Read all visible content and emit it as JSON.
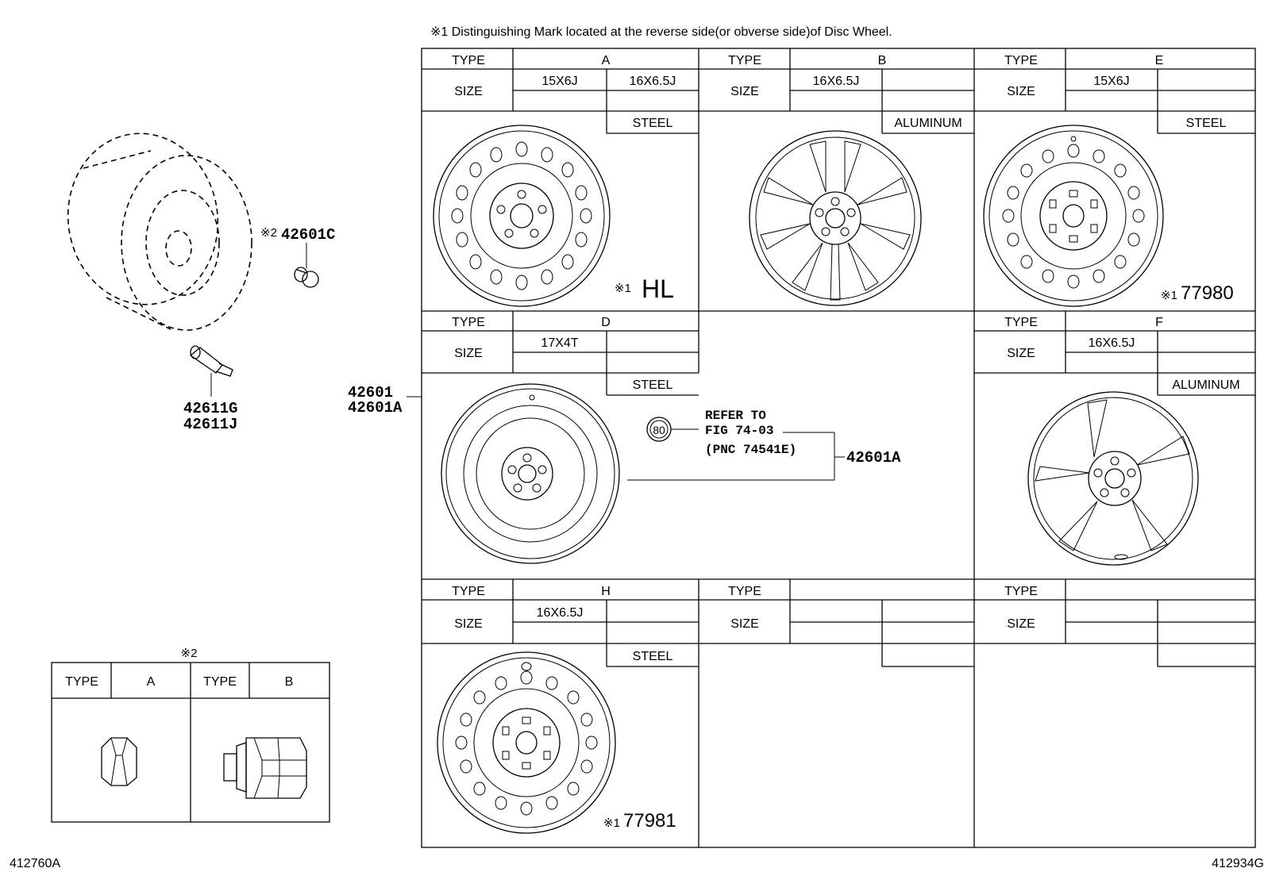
{
  "header_note": "※1 Distinguishing Mark located at the reverse side(or obverse side)of Disc Wheel.",
  "ref_left": "412760A",
  "ref_right": "412934G",
  "labels": {
    "type": "TYPE",
    "size": "SIZE",
    "note1": "※1",
    "note2": "※2"
  },
  "left_parts": {
    "lug_nut": "42601C",
    "valve_a": "42611G",
    "valve_b": "42611J",
    "wheel_a": "42601",
    "wheel_b": "42601A"
  },
  "nut_table": {
    "title": "※2",
    "types": [
      "A",
      "B"
    ]
  },
  "wheel_types": [
    {
      "type": "A",
      "sizes": [
        "15X6J",
        "16X6.5J"
      ],
      "material": "STEEL",
      "mark": "HL"
    },
    {
      "type": "B",
      "sizes": [
        "16X6.5J"
      ],
      "material": "ALUMINUM",
      "mark": ""
    },
    {
      "type": "E",
      "sizes": [
        "15X6J"
      ],
      "material": "STEEL",
      "mark": "77980"
    },
    {
      "type": "D",
      "sizes": [
        "17X4T"
      ],
      "material": "STEEL",
      "mark": ""
    },
    {
      "type": "F",
      "sizes": [
        "16X6.5J"
      ],
      "material": "ALUMINUM",
      "mark": ""
    },
    {
      "type": "H",
      "sizes": [
        "16X6.5J"
      ],
      "material": "STEEL",
      "mark": "77981"
    },
    {
      "type": "",
      "sizes": [],
      "material": "",
      "mark": ""
    },
    {
      "type": "",
      "sizes": [],
      "material": "",
      "mark": ""
    }
  ],
  "refer": {
    "badge": "80",
    "line1": "REFER TO",
    "line2": "FIG 74-03",
    "line3": "(PNC 74541E)",
    "part": "42601A"
  }
}
